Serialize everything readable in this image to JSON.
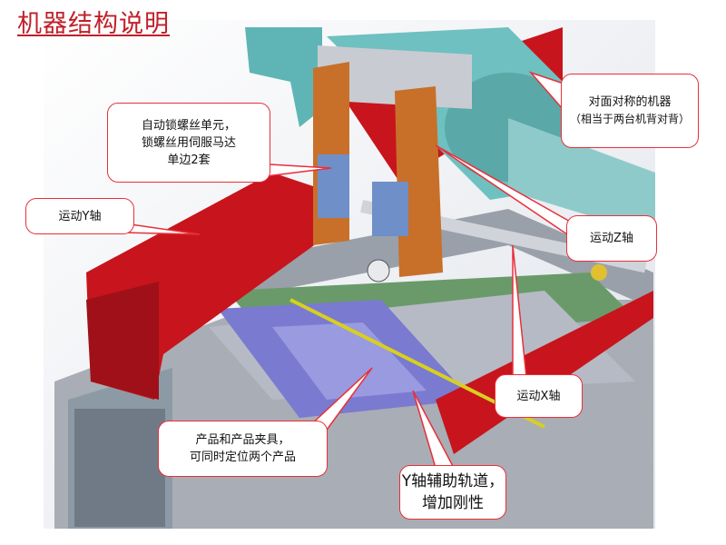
{
  "title": "机器结构说明",
  "callouts": {
    "screw_unit": [
      "自动锁螺丝单元，",
      "锁螺丝用伺服马达",
      "单边2套"
    ],
    "y_axis": "运动Y轴",
    "mirror": [
      "对面对称的机器",
      "（相当于两台机背对背）"
    ],
    "z_axis": "运动Z轴",
    "x_axis": "运动X轴",
    "product": [
      "产品和产品夹具，",
      "可同时定位两个产品"
    ],
    "y_aux": [
      "Y轴辅助轨道，",
      "增加刚性"
    ]
  },
  "colors": {
    "title": "#c0202a",
    "callout_border": "#e8303a",
    "frame_red": "#c8141c",
    "teal": "#5fb5b5",
    "orange": "#c8702a",
    "purple": "#7070c8",
    "green": "#5aa05a",
    "gray": "#b8bcc4"
  }
}
